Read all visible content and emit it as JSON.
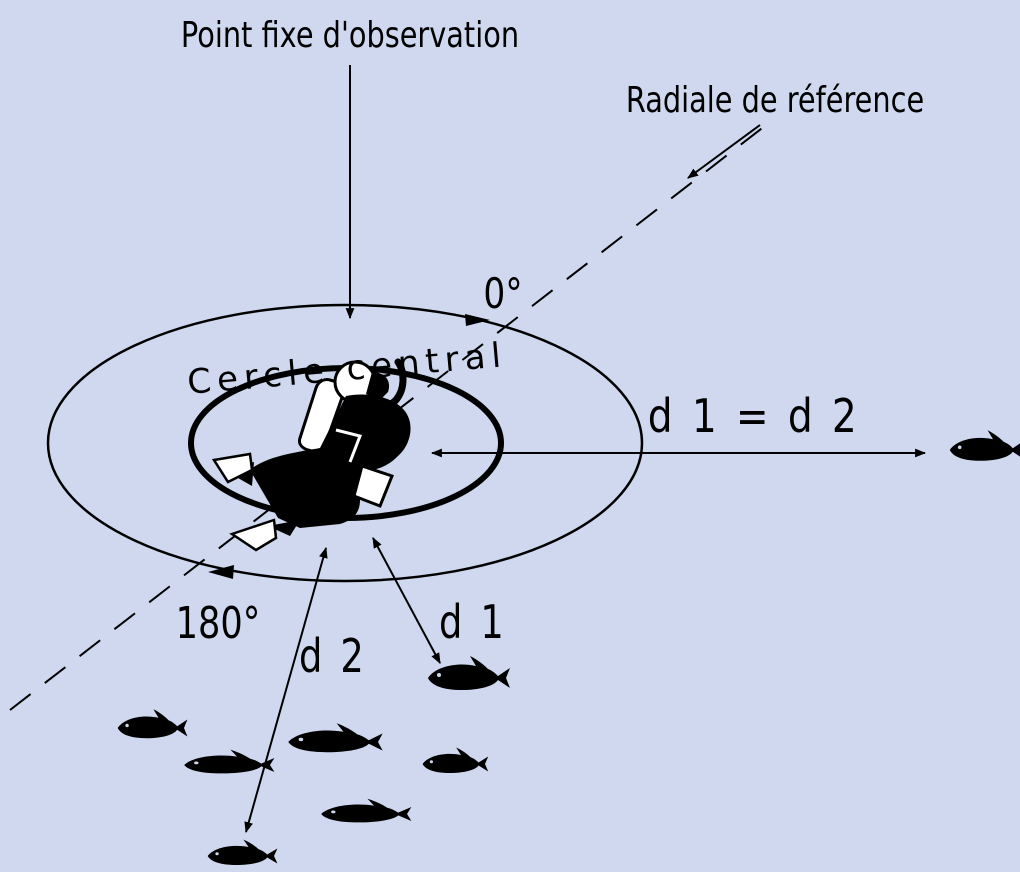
{
  "labels": {
    "observation_point": "Point fixe d'observation",
    "reference_radial": "Radiale de référence",
    "angle_zero": "0°",
    "angle_180": "180°",
    "central_circle": "Cercle central",
    "distance_equation": "d 1 = d 2",
    "d1": "d 1",
    "d2": "d 2"
  },
  "colors": {
    "background": "#cfd8ee",
    "ink": "#000000"
  },
  "icons": {
    "diver": "diver-icon",
    "fish": "fish-icon"
  }
}
